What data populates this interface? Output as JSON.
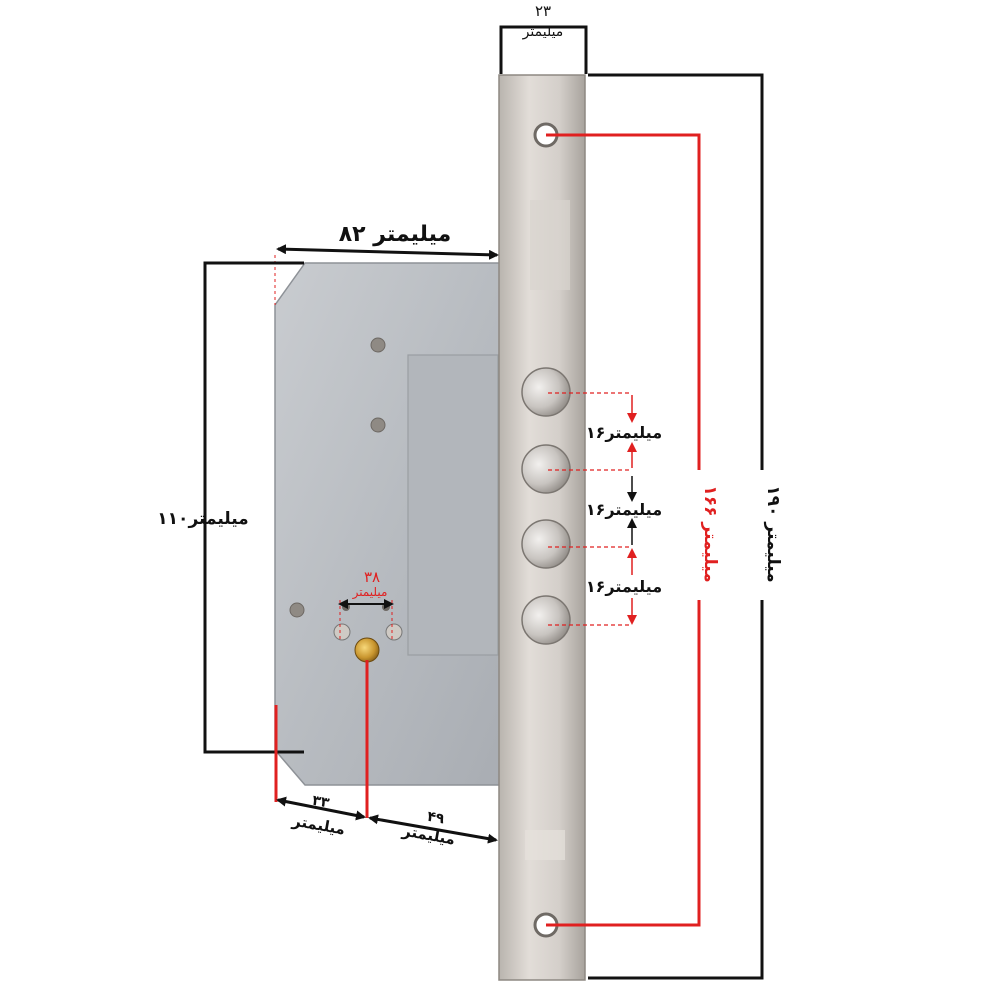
{
  "diagram": {
    "dimensions": {
      "faceplate_width": {
        "number": "۲۳",
        "unit": "میلیمتر"
      },
      "body_width": {
        "label": "۸۲ میلیمتر"
      },
      "body_height": {
        "label": "۱۱۰میلیمتر"
      },
      "cylinder_spacing": {
        "number": "۳۸",
        "unit": "میلیمتر"
      },
      "bolt_spacing_1": {
        "label": "۱۶میلیمتر"
      },
      "bolt_spacing_2": {
        "label": "۱۶میلیمتر"
      },
      "bolt_spacing_3": {
        "label": "۱۶میلیمتر"
      },
      "screw_hole_spacing": {
        "label": "۱۶۶ میلیمتر"
      },
      "faceplate_length": {
        "label": "۱۹۰ میلیمتر"
      },
      "backset_left": {
        "number": "۳۳",
        "unit": "میلیمتر"
      },
      "backset_right": {
        "number": "۴۹",
        "unit": "میلیمتر"
      }
    },
    "colors": {
      "accent_red": "#e02020",
      "dimension_black": "#111111"
    }
  }
}
